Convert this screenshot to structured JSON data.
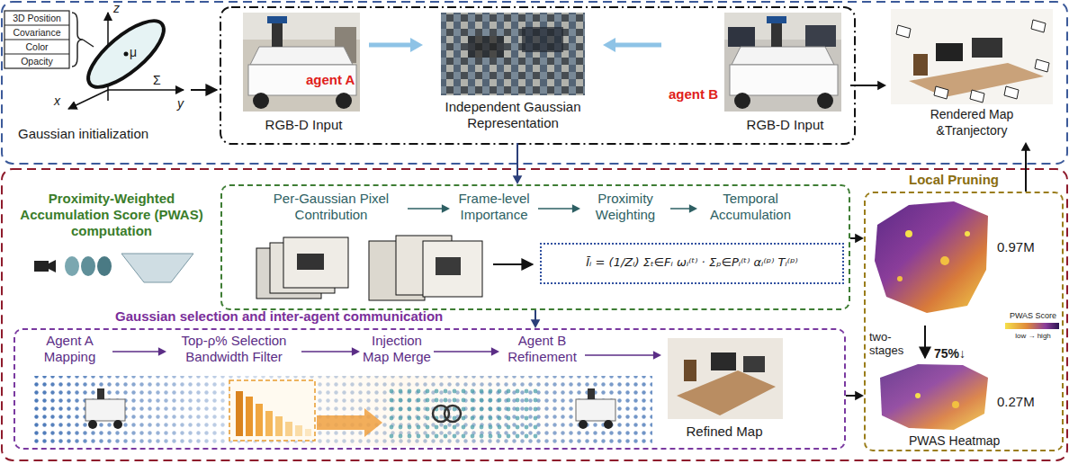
{
  "diagram": {
    "nodes": [
      {
        "text": [
          "agent A",
          "RGB-D Input"
        ]
      },
      {
        "text": [
          "Independent Gaussian Representation"
        ]
      },
      {
        "text": [
          "agent B",
          "RGB-D Input"
        ]
      },
      {
        "text": [
          "Rendered Map &Tranjectory"
        ]
      },
      {
        "text": [
          "Proximity-Weighted Accumulation Score (PWAS) computation"
        ]
      },
      {
        "text": [
          "Per-Gaussian Pixel Contribution"
        ],
        "in": 4
      },
      {
        "text": [
          "Frame-level Importance"
        ],
        "in": 4
      },
      {
        "text": [
          "Proximity Weighting"
        ],
        "in": 4
      },
      {
        "text": [
          "Temporal Accumulation"
        ],
        "in": 4
      },
      {
        "text": [
          "Īᵢ = (1/Zᵢ) Σₜ∈Fᵢ ωᵢ⁽ᵗ⁾ · Σₚ∈Pᵢ⁽ᵗ⁾ αᵢ⁽ᵖ⁾ Tᵢ⁽ᵖ⁾"
        ],
        "in": 4
      },
      {
        "text": [
          "Gaussian selection and inter-agent communication"
        ]
      },
      {
        "text": [
          "Agent A Mapping"
        ],
        "in": 10
      },
      {
        "text": [
          "Top-ρ% Selection Bandwidth Filter"
        ],
        "in": 10
      },
      {
        "text": [
          "Injection Map Merge"
        ],
        "in": 10
      },
      {
        "text": [
          "Agent B Refinement"
        ],
        "in": 10
      },
      {
        "text": [
          "Refined Map"
        ],
        "in": 10
      },
      {
        "text": [
          "Local Pruning"
        ]
      }
    ],
    "edges": [
      {
        "from": 0,
        "to": 1,
        "arrow": "to"
      },
      {
        "from": 2,
        "to": 1,
        "arrow": "to"
      },
      {
        "from": 2,
        "to": 3,
        "arrow": "to"
      },
      {
        "from": 1,
        "to": 4,
        "arrow": "to"
      },
      {
        "from": 5,
        "to": 6,
        "arrow": "to"
      },
      {
        "from": 6,
        "to": 7,
        "arrow": "to"
      },
      {
        "from": 7,
        "to": 8,
        "arrow": "to"
      },
      {
        "from": 4,
        "to": 10,
        "arrow": "to"
      },
      {
        "from": 4,
        "to": 16,
        "arrow": "to"
      },
      {
        "from": 11,
        "to": 12,
        "arrow": "to"
      },
      {
        "from": 12,
        "to": 13,
        "arrow": "to"
      },
      {
        "from": 13,
        "to": 14,
        "arrow": "to"
      },
      {
        "from": 14,
        "to": 15,
        "arrow": "to"
      },
      {
        "from": 10,
        "to": 16,
        "arrow": "to"
      },
      {
        "from": 16,
        "to": 3,
        "arrow": "to"
      }
    ],
    "labels": [
      "3D Position",
      "Covariance",
      "Color",
      "Opacity",
      "z",
      "x",
      "y",
      "μ",
      "Σ",
      "Gaussian initialization",
      "0.97M",
      "two-stages",
      "75%↓",
      "PWAS Score",
      "low → high",
      "0.27M",
      "PWAS Heatmap"
    ]
  }
}
